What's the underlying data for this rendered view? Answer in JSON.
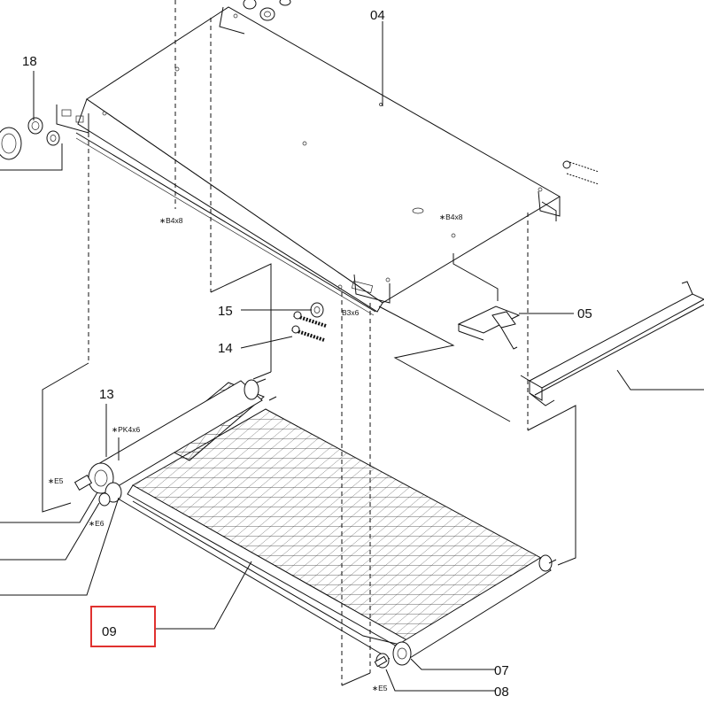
{
  "labels": {
    "p04": "04",
    "p05": "05",
    "p07": "07",
    "p08": "08",
    "p09": "09",
    "p13": "13",
    "p14": "14",
    "p15": "15",
    "p18": "18"
  },
  "screws": {
    "b4x8_left": "∗B4x8",
    "b4x8_right": "∗B4x8",
    "b3x6": "B3x6",
    "pk4x6": "∗PK4x6",
    "e5_top": "∗E5",
    "e6": "∗E6",
    "e5_bottom": "∗E5"
  },
  "highlight": {
    "part": "09",
    "color": "#e0312f"
  },
  "colors": {
    "line": "#111111",
    "background": "#ffffff"
  }
}
